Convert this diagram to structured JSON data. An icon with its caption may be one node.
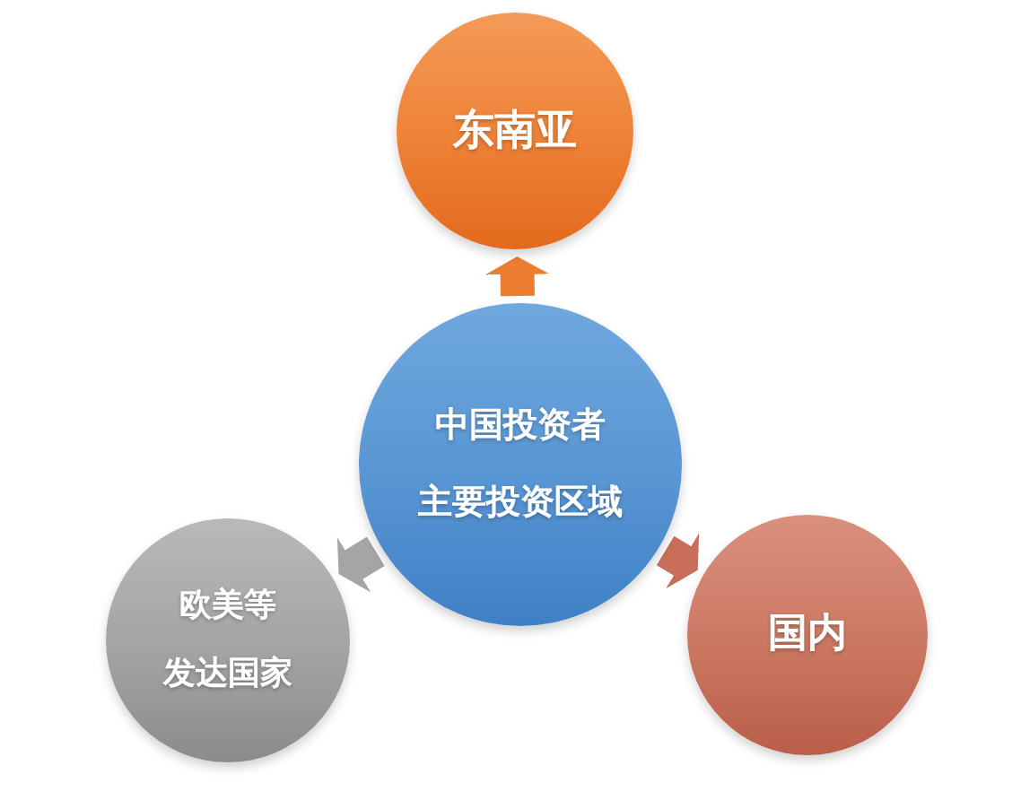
{
  "diagram": {
    "nodes": [
      {
        "text": [
          "东南亚"
        ]
      },
      {
        "text": [
          "中国投资者",
          "主要投资区域"
        ]
      },
      {
        "text": [
          "欧美等",
          "发达国家"
        ]
      },
      {
        "text": [
          "国内"
        ]
      }
    ],
    "edges": [
      {
        "from": 1,
        "to": 0,
        "arrow": "to",
        "color": "#ed7d31"
      },
      {
        "from": 1,
        "to": 2,
        "arrow": "to",
        "color": "#a5a5a5"
      },
      {
        "from": 1,
        "to": 3,
        "arrow": "to",
        "color": "#c96f59"
      }
    ]
  }
}
